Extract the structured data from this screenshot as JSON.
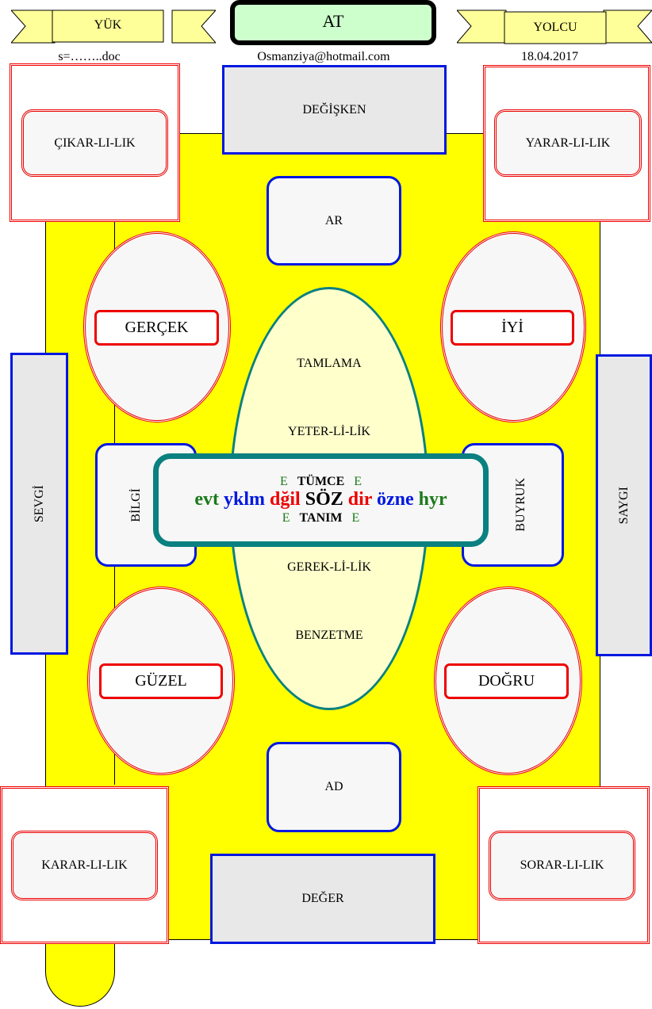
{
  "header": {
    "left_banner": "YÜK",
    "center_title": "AT",
    "right_banner": "YOLCU",
    "file": "s=……..doc",
    "email": "Osmanziya@hotmail.com",
    "date": "18.04.2017"
  },
  "corners": {
    "top_left": "ÇIKAR-LI-LIK",
    "top_right": "YARAR-LI-LIK",
    "bottom_left": "KARAR-LI-LIK",
    "bottom_right": "SORAR-LI-LIK"
  },
  "boxes": {
    "top": "DEĞİŞKEN",
    "bottom": "DEĞER",
    "upper": "AR",
    "lower": "AD",
    "left_side": "SEVGİ",
    "right_side": "SAYGI",
    "left_inner": "BİLGİ",
    "right_inner": "BUYRUK"
  },
  "ellipses": {
    "top_left": "GERÇEK",
    "top_right": "İYİ",
    "bottom_left": "GÜZEL",
    "bottom_right": "DOĞRU"
  },
  "center_ellipse": {
    "items": [
      "TAMLAMA",
      "YETER-Lİ-LİK",
      "GEREK-Lİ-LİK",
      "BENZETME"
    ]
  },
  "center_box": {
    "e": "E",
    "top_word": "TÜMCE",
    "bottom_word": "TANIM",
    "sentence": [
      {
        "text": "evt",
        "color": "#1a7a1a"
      },
      {
        "text": "yklm",
        "color": "#0018e0"
      },
      {
        "text": "dğil",
        "color": "#e00"
      },
      {
        "text": "SÖZ",
        "color": "#000"
      },
      {
        "text": "dir",
        "color": "#e00"
      },
      {
        "text": "özne",
        "color": "#0018e0"
      },
      {
        "text": "hyr",
        "color": "#1a7a1a"
      }
    ]
  }
}
